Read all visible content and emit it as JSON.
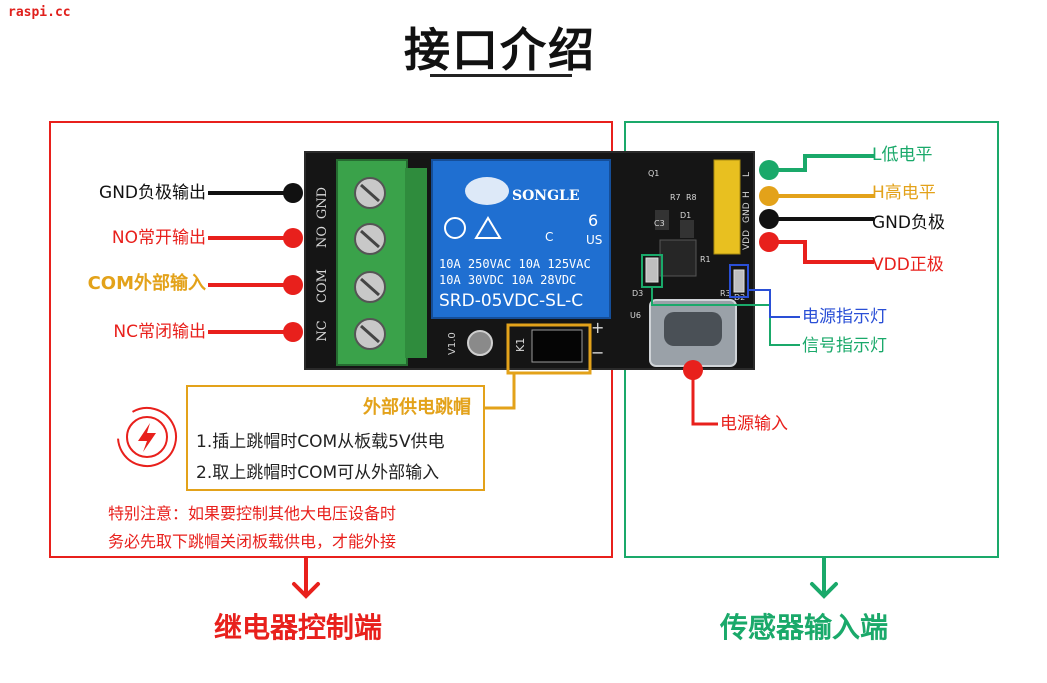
{
  "watermark": "raspi.cc",
  "title": "接口介绍",
  "left_labels": {
    "gnd": "GND负极输出",
    "no": "NO常开输出",
    "com": "COM外部输入",
    "nc": "NC常闭输出"
  },
  "right_labels": {
    "l": "L低电平",
    "h": "H高电平",
    "gnd": "GND负极",
    "vdd": "VDD正极",
    "power_led": "电源指示灯",
    "signal_led": "信号指示灯",
    "power_input": "电源输入"
  },
  "jumper": {
    "title": "外部供电跳帽",
    "line1": "1.插上跳帽时COM从板载5V供电",
    "line2": "2.取上跳帽时COM可从外部输入"
  },
  "note": {
    "line1": "特别注意：如果要控制其他大电压设备时",
    "line2": "务必先取下跳帽关闭板载供电，才能外接"
  },
  "footer": {
    "left": "继电器控制端",
    "right": "传感器输入端"
  },
  "relay": {
    "brand": "SONGLE",
    "rating1": "10A 250VAC  10A 125VAC",
    "rating2": "10A  30VDC  10A  28VDC",
    "model": "SRD-05VDC-SL-C",
    "number": "6",
    "us": "US",
    "c": "C"
  },
  "terminal_labels": [
    "GND",
    "NO",
    "COM",
    "NC"
  ],
  "header_pins": [
    "L",
    "H",
    "GND",
    "VDD"
  ],
  "board_marks": {
    "k1": "K1",
    "version": "V1.0",
    "plus": "+",
    "minus": "−",
    "d1": "D1",
    "d2": "D2",
    "d3": "D3",
    "r1": "R1",
    "r3": "R3",
    "r7": "R7",
    "r8": "R8",
    "q1": "Q1",
    "c3": "C3",
    "u6": "U6"
  },
  "colors": {
    "red": "#e8201c",
    "green": "#1aa96a",
    "yellow": "#e3a21a",
    "blue": "#2a4fd6",
    "black": "#111111"
  }
}
